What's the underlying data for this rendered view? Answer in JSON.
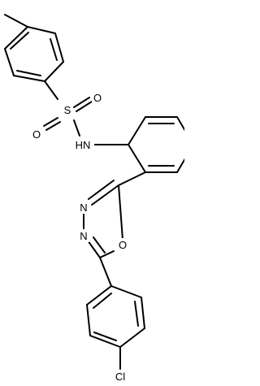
{
  "molecule": {
    "atom_labels": {
      "sulfonyl_s": "S",
      "sulfonyl_o1": "O",
      "sulfonyl_o2": "O",
      "amine_nh": "HN",
      "oxadiazole_n1": "N",
      "oxadiazole_n2": "N",
      "oxadiazole_o": "O",
      "chlorine": "Cl"
    },
    "colors": {
      "bond": "#000000",
      "label": "#000000",
      "background": "#ffffff"
    }
  }
}
